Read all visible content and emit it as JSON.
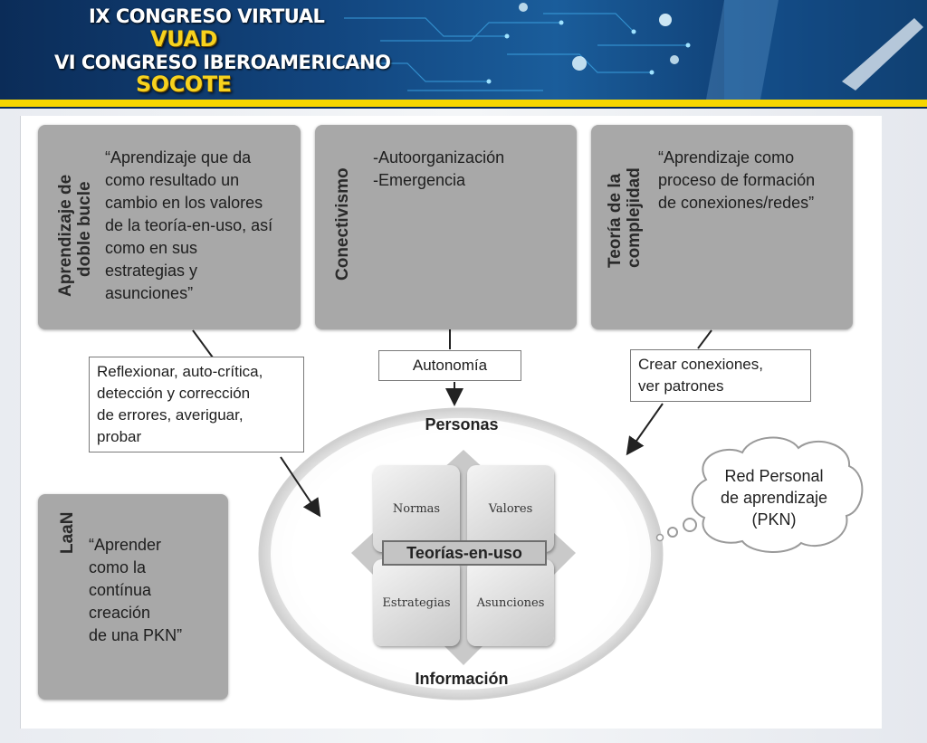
{
  "banner": {
    "line1": "IX CONGRESO VIRTUAL",
    "line2": "VUAD",
    "line3": "VI CONGRESO IBEROAMERICANO",
    "line4": "SOCOTE"
  },
  "diagram": {
    "box_doble_bucle": {
      "title_line1": "Aprendizaje de",
      "title_line2": "doble bucle",
      "text": [
        "“Aprendizaje que da",
        "como resultado un",
        "cambio en los valores",
        "de la teoría-en-uso, así",
        "como en sus",
        "estrategias y",
        "asunciones”"
      ]
    },
    "box_conectivismo": {
      "title": "Conectivismo",
      "text": [
        "-Autoorganización",
        "-Emergencia"
      ]
    },
    "box_complejidad": {
      "title_line1": "Teoría de la",
      "title_line2": "complejidad",
      "text": [
        "“Aprendizaje como",
        "proceso de formación",
        "de conexiones/redes”"
      ]
    },
    "box_laan": {
      "title": "LaaN",
      "text": [
        "“Aprender",
        "como la",
        "contínua",
        "creación",
        "de una PKN”"
      ]
    },
    "label_reflexionar": [
      "Reflexionar, auto-crítica,",
      "detección y corrección",
      "de errores, averiguar,",
      "probar"
    ],
    "label_autonomia": "Autonomía",
    "label_conexiones": [
      "Crear conexiones,",
      "ver patrones"
    ],
    "cloud": [
      "Red Personal",
      "de aprendizaje",
      "(PKN)"
    ],
    "center": {
      "top_label": "Personas",
      "bottom_label": "Información",
      "core_label": "Teorías-en-uso",
      "quadrants": [
        "Normas",
        "Valores",
        "Estrategias",
        "Asunciones"
      ]
    }
  },
  "colors": {
    "banner_blue": "#0b2c58",
    "banner_yellow": "#f6d600",
    "box_gray": "#a8a8a8"
  }
}
